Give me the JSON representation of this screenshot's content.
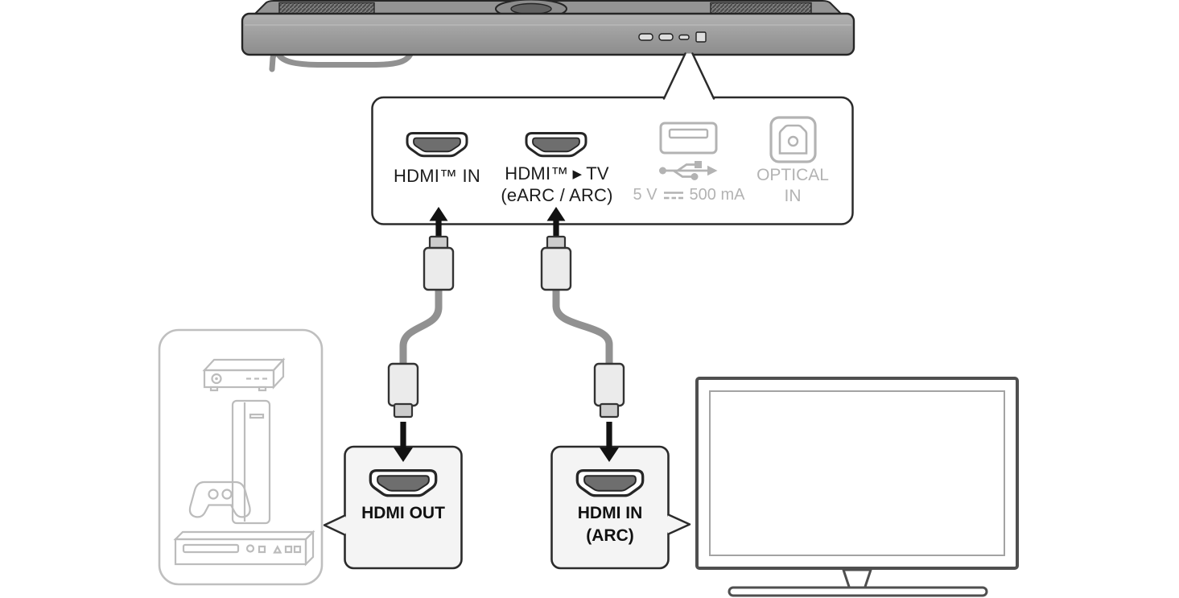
{
  "ports_panel": {
    "hdmi_in_label": "HDMI™ IN",
    "hdmi_tv_label_brand": "HDMI™",
    "hdmi_tv_arrow_glyph": "▶",
    "hdmi_tv_label_target": "TV",
    "hdmi_tv_label_sub": "(eARC / ARC)",
    "usb_voltage": "5 V",
    "usb_current": "500 mA",
    "optical_line1": "OPTICAL",
    "optical_line2": "IN"
  },
  "source_box": {
    "label": "HDMI OUT"
  },
  "tv_box": {
    "label_line1": "HDMI IN",
    "label_line2": "(ARC)"
  },
  "colors": {
    "outline_dark": "#2b2b2b",
    "muted_gray": "#b3b3b3",
    "cable_gray": "#919191",
    "box_fill": "#f4f4f4",
    "arrow_black": "#121212",
    "tv_frame_gray": "#4f4f4f",
    "device_line_gray": "#bcbcbc"
  }
}
